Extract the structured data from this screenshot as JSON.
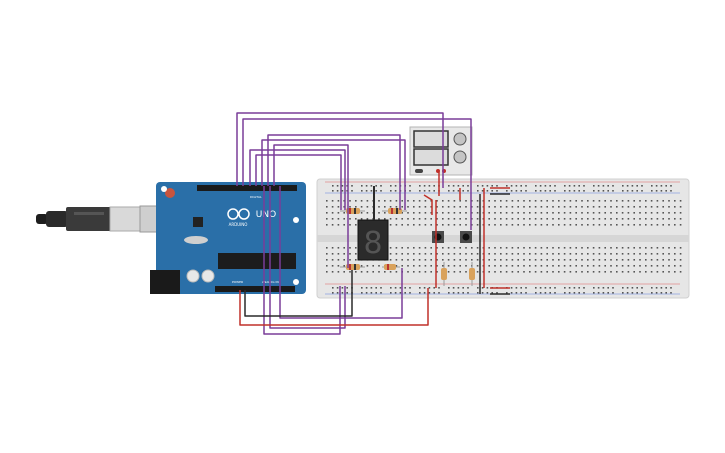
{
  "board": {
    "brand": "ARDUINO",
    "model": "UNO",
    "power_label": "POWER",
    "analog_label": "ANALOG IN",
    "digital_label": "DIGITAL",
    "color": "#2a6fa8"
  },
  "display": {
    "digit": "8"
  },
  "colors": {
    "wire_purple": "#7a3d99",
    "wire_red": "#c0302a",
    "wire_black": "#2a2a2a",
    "breadboard": "#e6e6e6"
  },
  "icons": {
    "usb": "usb-cable-icon",
    "button": "push-button-icon"
  }
}
